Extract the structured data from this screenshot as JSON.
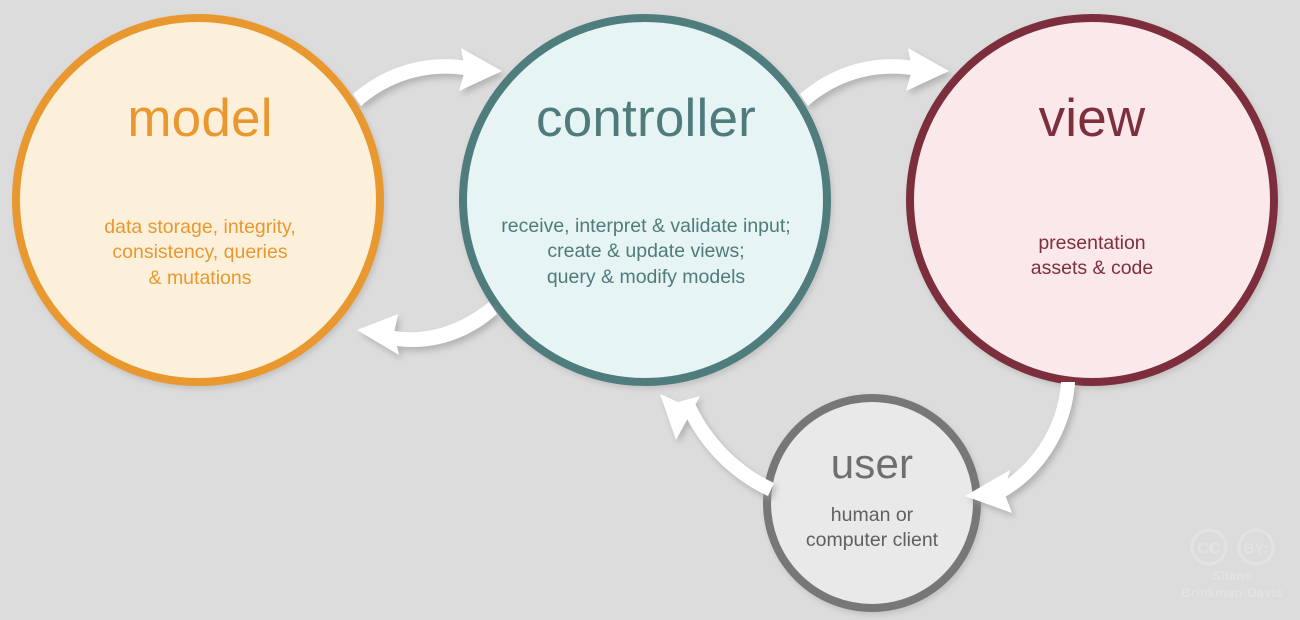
{
  "diagram": {
    "background_color": "#dcdcdc",
    "nodes": [
      {
        "id": "model",
        "title": "model",
        "description": "data storage, integrity,\nconsistency, queries\n& mutations",
        "stroke_color": "#e8982e",
        "fill_color": "#fdf0da",
        "text_color": "#e8982e"
      },
      {
        "id": "controller",
        "title": "controller",
        "description": "receive, interpret & validate input;\ncreate & update views;\nquery & modify models",
        "stroke_color": "#4f7b7d",
        "fill_color": "#e6f4f3",
        "text_color": "#4f7b7d"
      },
      {
        "id": "view",
        "title": "view",
        "description": "presentation\nassets & code",
        "stroke_color": "#7d2f3c",
        "fill_color": "#fbe8ea",
        "text_color": "#7d2f3c"
      },
      {
        "id": "user",
        "title": "user",
        "description": "human or\ncomputer client",
        "stroke_color": "#777777",
        "fill_color": "#e9e9e9",
        "text_color": "#6e6e6e"
      }
    ],
    "arrows": [
      {
        "id": "model-to-controller",
        "from": "model",
        "to": "controller",
        "color": "#ffffff"
      },
      {
        "id": "controller-to-model",
        "from": "controller",
        "to": "model",
        "color": "#ffffff"
      },
      {
        "id": "controller-to-view",
        "from": "controller",
        "to": "view",
        "color": "#ffffff"
      },
      {
        "id": "view-to-user",
        "from": "view",
        "to": "user",
        "color": "#ffffff"
      },
      {
        "id": "user-to-controller",
        "from": "user",
        "to": "controller",
        "color": "#ffffff"
      }
    ]
  },
  "credit": {
    "license_cc": "CC",
    "license_by": "BY:",
    "author_line_1": "Shane",
    "author_line_2": "Brinkman-Davis",
    "color": "#e3e3e3"
  }
}
